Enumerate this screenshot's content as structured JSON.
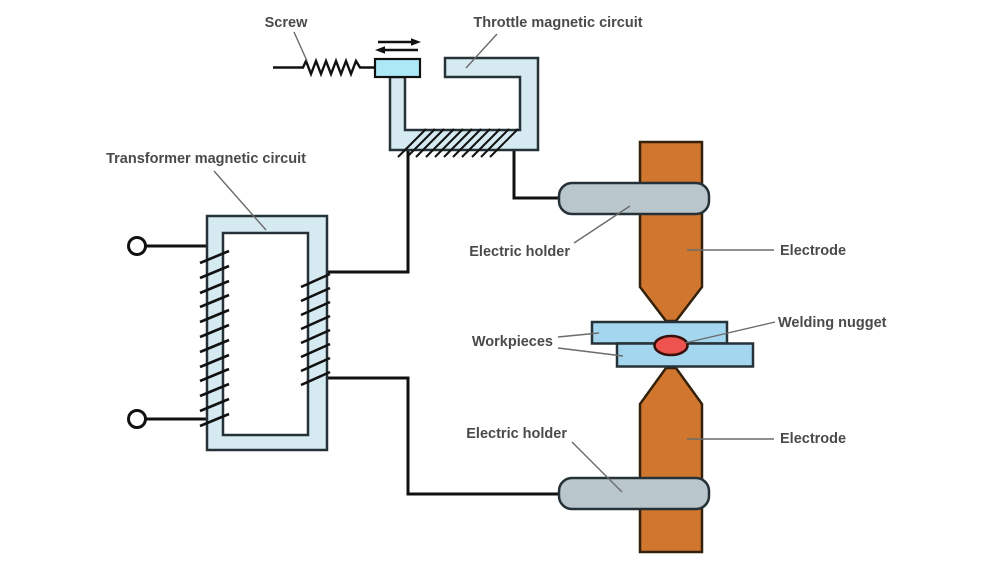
{
  "diagram": {
    "labels": {
      "screw": "Screw",
      "throttle": "Throttle magnetic circuit",
      "transformer": "Transformer magnetic circuit",
      "electric_holder_top": "Electric holder",
      "workpieces": "Workpieces",
      "electric_holder_bottom": "Electric holder",
      "electrode_top": "Electrode",
      "welding_nugget": "Welding nugget",
      "electrode_bottom": "Electrode"
    },
    "icons": {
      "motion_arrows": "left-right-motion-arrows",
      "screw_symbol": "zigzag-screw-symbol",
      "terminals": "input-terminal-circles"
    },
    "colors": {
      "background": "#ffffff",
      "core-fill": "#d5eaf1",
      "armature-fill": "#ace9f6",
      "workpiece-fill": "#a4d7ef",
      "electrode-fill": "#d1762f",
      "electrode-border": "#33210a",
      "holder-fill": "#b9c7cc",
      "nugget-fill": "#ef5350",
      "nugget-border": "#38100a",
      "wire": "#111111",
      "outline": "#263238",
      "label-text": "#4a4a4a",
      "leader": "#6b6b6b"
    }
  }
}
